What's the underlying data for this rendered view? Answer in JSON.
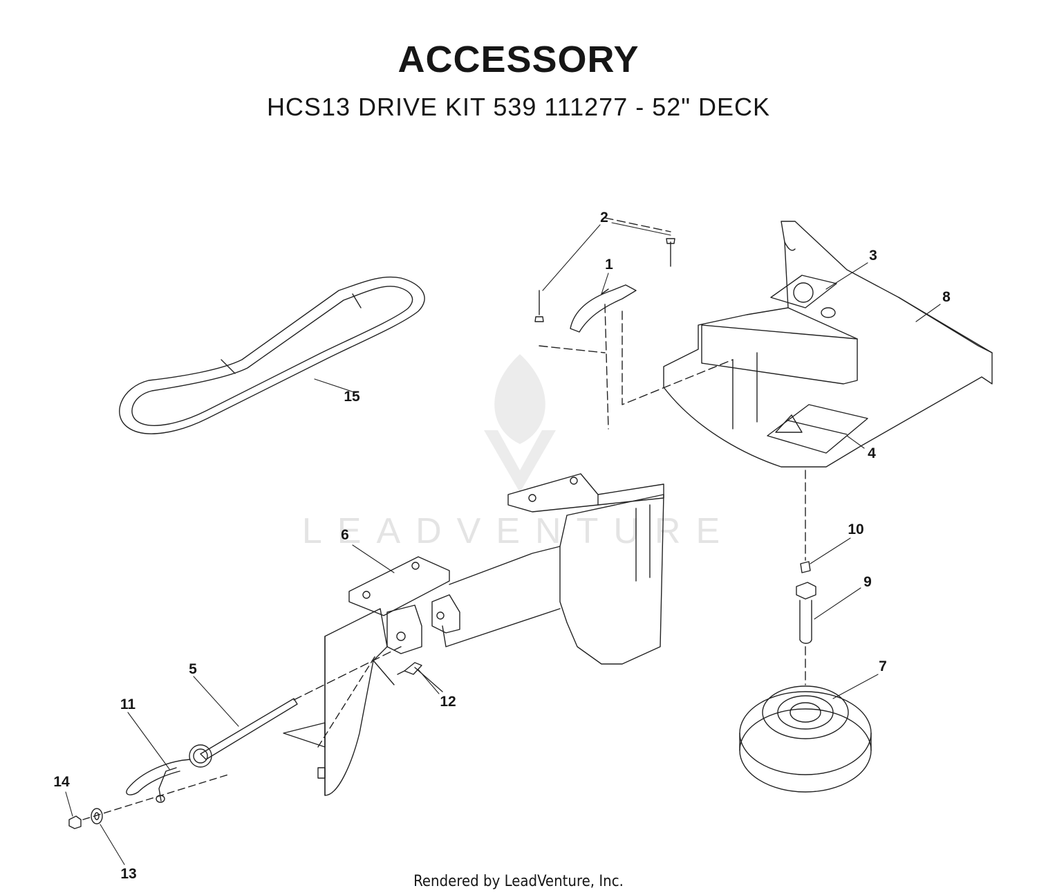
{
  "title": "ACCESSORY",
  "subtitle": "HCS13 DRIVE KIT 539 111277 - 52\" DECK",
  "footer": "Rendered by LeadVenture, Inc.",
  "watermark": "LEADVENTURE",
  "callouts": [
    {
      "id": "1",
      "label": "1"
    },
    {
      "id": "2",
      "label": "2"
    },
    {
      "id": "3",
      "label": "3"
    },
    {
      "id": "4",
      "label": "4"
    },
    {
      "id": "5",
      "label": "5"
    },
    {
      "id": "6",
      "label": "6"
    },
    {
      "id": "7",
      "label": "7"
    },
    {
      "id": "8",
      "label": "8"
    },
    {
      "id": "9",
      "label": "9"
    },
    {
      "id": "10",
      "label": "10"
    },
    {
      "id": "11",
      "label": "11"
    },
    {
      "id": "12",
      "label": "12"
    },
    {
      "id": "13",
      "label": "13"
    },
    {
      "id": "14",
      "label": "14"
    },
    {
      "id": "15",
      "label": "15"
    }
  ]
}
